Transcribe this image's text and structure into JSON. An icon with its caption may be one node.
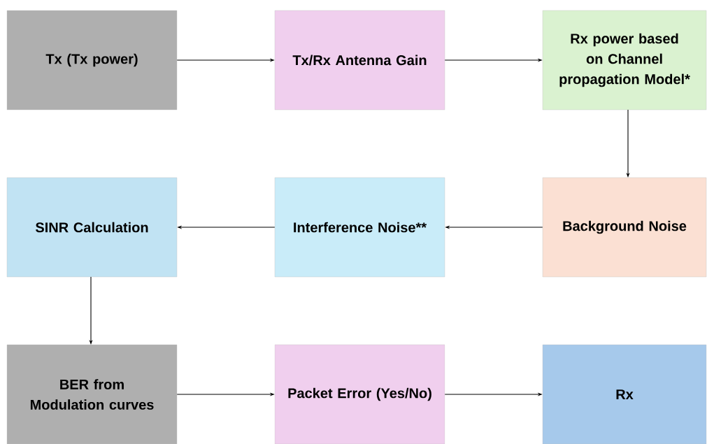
{
  "diagram": {
    "nodes": [
      {
        "text": [
          "Tx (Tx power)"
        ]
      },
      {
        "text": [
          "Tx/Rx Antenna Gain"
        ]
      },
      {
        "text": [
          "Rx power based on Channel propagation Model*"
        ]
      },
      {
        "text": [
          "Background Noise"
        ]
      },
      {
        "text": [
          "Interference Noise**"
        ]
      },
      {
        "text": [
          "SINR Calculation"
        ]
      },
      {
        "text": [
          "BER from Modulation curves"
        ]
      },
      {
        "text": [
          "Packet Error (Yes/No)"
        ]
      },
      {
        "text": [
          "Rx"
        ]
      }
    ],
    "edges": [
      {
        "from": 0,
        "to": 1,
        "arrow": "to"
      },
      {
        "from": 1,
        "to": 2,
        "arrow": "to"
      },
      {
        "from": 2,
        "to": 3,
        "arrow": "to"
      },
      {
        "from": 3,
        "to": 4,
        "arrow": "to"
      },
      {
        "from": 4,
        "to": 5,
        "arrow": "to"
      },
      {
        "from": 5,
        "to": 6,
        "arrow": "to"
      },
      {
        "from": 6,
        "to": 7,
        "arrow": "to"
      },
      {
        "from": 7,
        "to": 8,
        "arrow": "to"
      }
    ]
  }
}
